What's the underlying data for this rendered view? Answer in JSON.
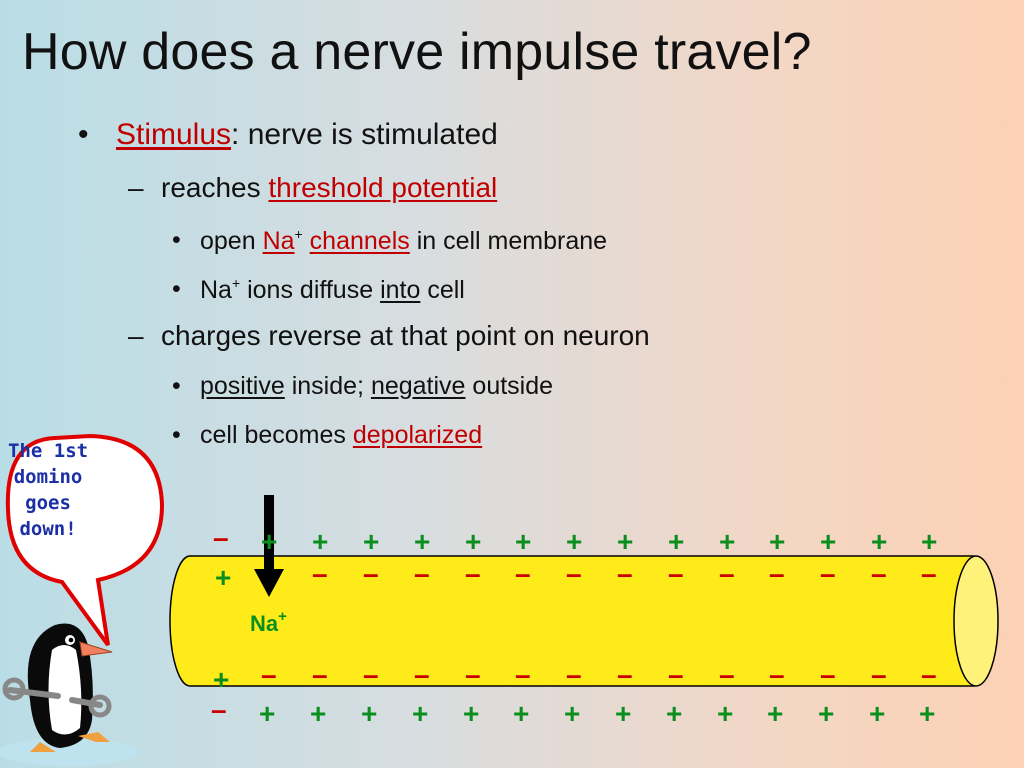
{
  "title": "How does a nerve impulse travel?",
  "bullets": {
    "b1": {
      "marker": "•",
      "term": "Stimulus",
      "rest": ": nerve is stimulated"
    },
    "b2": {
      "marker": "–",
      "text": "reaches ",
      "term": "threshold potential"
    },
    "b3": {
      "marker": "•",
      "open": "open ",
      "na": "Na",
      "sup": "+",
      "space": " ",
      "channels": "channels",
      "rest": " in cell membrane"
    },
    "b4": {
      "marker": "•",
      "na": "Na",
      "sup": "+",
      "mid": " ions diffuse ",
      "into": "into",
      "rest": " cell"
    },
    "b5": {
      "marker": "–",
      "text": "charges reverse at that point on neuron"
    },
    "b6": {
      "marker": "•",
      "positive": "positive",
      "mid": " inside; ",
      "negative": "negative",
      "rest": " outside"
    },
    "b7": {
      "marker": "•",
      "text": "cell becomes ",
      "term": "depolarized"
    }
  },
  "bubble": {
    "l1": "The 1st",
    "l2": "domino",
    "l3": "goes",
    "l4": "down!"
  },
  "diagram": {
    "na_label": "Na",
    "na_sup": "+",
    "plus": "+",
    "minus": "–",
    "colors": {
      "axon": "#ffeb1a",
      "axon_end": "#fff27a",
      "plus": "#0a8f1e",
      "minus": "#cc0000",
      "arrow": "#000000"
    }
  },
  "mascot": {
    "icon": "penguin-with-wrench-icon"
  }
}
